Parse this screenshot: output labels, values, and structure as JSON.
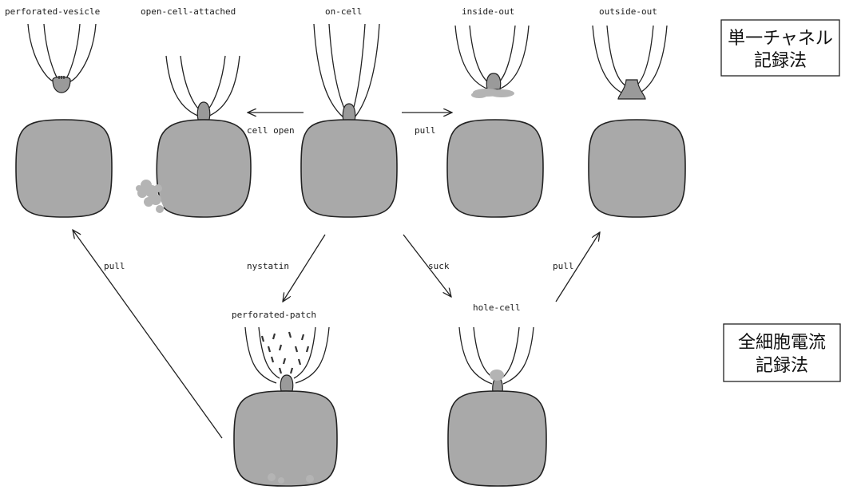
{
  "configurations": {
    "perforated_vesicle": "perforated-vesicle",
    "open_cell_attached": "open-cell-attached",
    "on_cell": "on-cell",
    "inside_out": "inside-out",
    "outside_out": "outside-out",
    "perforated_patch": "perforated-patch",
    "whole_cell": "hole-cell"
  },
  "transitions": {
    "cell_open": "cell open",
    "pull_inside_out": "pull",
    "nystatin": "nystatin",
    "suck": "suck",
    "pull_outside_out": "pull",
    "pull_vesicle": "pull"
  },
  "categories": {
    "single_channel": [
      "単一チャネル",
      "記録法"
    ],
    "whole_cell": [
      "全細胞電流",
      "記録法"
    ]
  },
  "colors": {
    "cell_fill": "#a9a9a9",
    "outline": "#222222",
    "background": "#ffffff"
  }
}
